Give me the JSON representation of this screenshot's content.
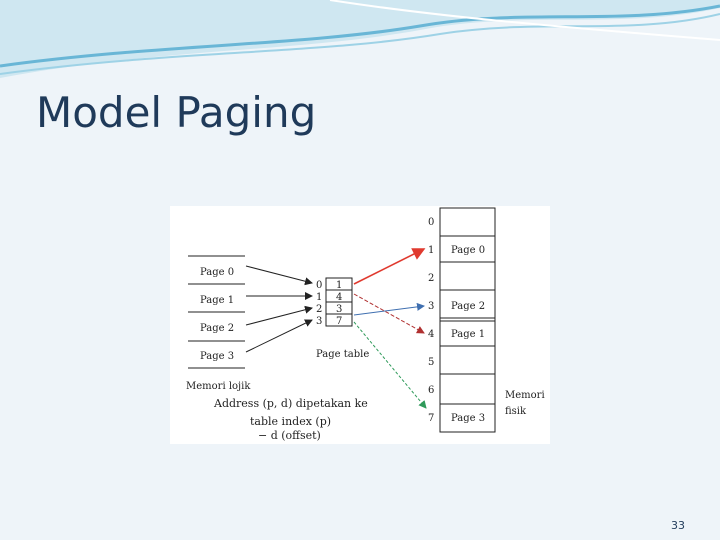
{
  "slide": {
    "title": "Model Paging",
    "page_number": "33"
  },
  "diagram": {
    "logical_memory": {
      "pages": [
        "Page 0",
        "Page 1",
        "Page 2",
        "Page 3"
      ],
      "label": "Memori lojik"
    },
    "page_table": {
      "indices": [
        "0",
        "1",
        "2",
        "3"
      ],
      "frames": [
        "1",
        "4",
        "3",
        "7"
      ],
      "label": "Page table"
    },
    "physical_memory": {
      "frame_numbers": [
        "0",
        "1",
        "2",
        "3",
        "4",
        "5",
        "6",
        "7"
      ],
      "contents": [
        "",
        "Page 0",
        "",
        "Page 2",
        "Page 1",
        "",
        "",
        "Page 3"
      ],
      "label_line1": "Memori",
      "label_line2": "fisik"
    },
    "caption": {
      "line1": "Address (p, d) dipetakan ke",
      "line2": "table index (p)",
      "line3": "− d (offset)"
    },
    "colors": {
      "arrow_red": "#e03a2f",
      "arrow_blue": "#3f6fb0",
      "arrow_dark_red": "#b03030",
      "arrow_green": "#2f9a5a"
    }
  }
}
